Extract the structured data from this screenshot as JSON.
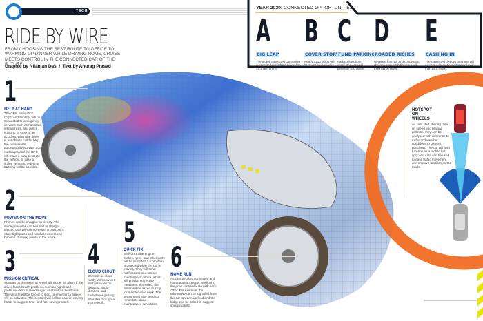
{
  "header": {
    "section_tag": "TECH",
    "title": "RIDE BY WIRE",
    "subtitle": "FROM CHOOSING THE BEST ROUTE TO OFFICE TO WARMING UP DINNER WHILE DRIVING HOME, CRUISE MEETS CONTROL IN THE CONNECTED CAR OF THE FUTURE.",
    "credits": "Graphic by Nilanjan Das  /  Text by Anurag Prasad"
  },
  "opportunities": {
    "heading_bold": "YEAR 2020:",
    "heading_rest": " CONNECTED OPPORTUNITIES",
    "items": [
      {
        "letter": "A",
        "title": "BIG LEAP",
        "text": "The global connected car market is expected to hit $500 billion (Rs 32.3 lakh crore)."
      },
      {
        "letter": "B",
        "title": "COVER STORY",
        "text": "Nearly $210 billion will be spent on insurance."
      },
      {
        "letter": "C",
        "title": "FUND PARKING",
        "text": "Parking fees from connected cars will generate $30 billion."
      },
      {
        "letter": "D",
        "title": "ROADED RICHES",
        "text": "Revenue from toll and congestion charges from 1.2 billion cars will touch $100 billion."
      },
      {
        "letter": "E",
        "title": "CASHING IN",
        "text": "The connected devices business will present a market opportunity of more than $4.5 trillion."
      }
    ]
  },
  "features": [
    {
      "number": "1",
      "title": "HELP AT HAND",
      "text": "The GPS, navigation chips, and sensors will be connected to emergency services such as hospitals, ambulances, and police stations. In case of an accident, when the driver is not able to call for help, the sensors will automatically activate SOS messages and the GPS will make it easy to locate the vehicle. In case of stolen vehicles, real-time tracking will be possible."
    },
    {
      "number": "2",
      "title": "POWER ON THE MOVE",
      "text": "Phones can be charged wirelessly. The same principles can be used to charge electric cars without access to a plug point. Streetlight poles and manhole covers can become charging points in the future."
    },
    {
      "number": "3",
      "title": "MISSION CRITICAL",
      "text": "Sensors on the steering wheel will trigger an alarm if the driver faces health problems such as high blood pressure, drop in blood sugar, or abnormal heartbeat. The vehicle will be forced to stop, or emergency brakes will be activated. The sensors will collate data on driving habits to suggest time- and fuel-saving routes."
    },
    {
      "number": "4",
      "title": "CLOUD CLOUT",
      "text": "Cars will be cloud-ready, with services such as video on demand, audio libraries, and multiplayer gaming available through a 4G network."
    },
    {
      "number": "5",
      "title": "QUICK FIX",
      "text": "Sensors in the engine, brakes, tyres, and other parts will be activated if a problem is detected while the car is moving. They will send notifications to a remote maintenance centre, which will provide corrective measures. If needed, the driver will be asked to stop for maintenance work. The sensors will also send out reminders about maintenance schedules."
    },
    {
      "number": "6",
      "title": "HOME RUN",
      "text": "As cars become connected and home appliances get intelligent, they can communicate with each other. For example, the microwave can be signalled from the car to warm up food and the fridge can be asked to suggest shopping lists."
    }
  ],
  "hotspot": {
    "title": "HOTSPOT ON WHEELS",
    "text": "As cars start sharing data on speed and braking patterns, they can be analysed with reference to traffic and weather conditions to prevent accidents. The car will also function as a mobile hot spot and data can be used to ease traffic movement and improve facilities on the roads."
  },
  "colors": {
    "accent_blue": "#2f4fa8",
    "ring_orange": "#f06a1e",
    "dark": "#141a26",
    "highlight_cyan": "#c9f1fb",
    "hazard_yellow": "#e6e600"
  },
  "icons": [
    "tech-ring-icon",
    "car-top-view-icon",
    "signal-beam-icon"
  ]
}
